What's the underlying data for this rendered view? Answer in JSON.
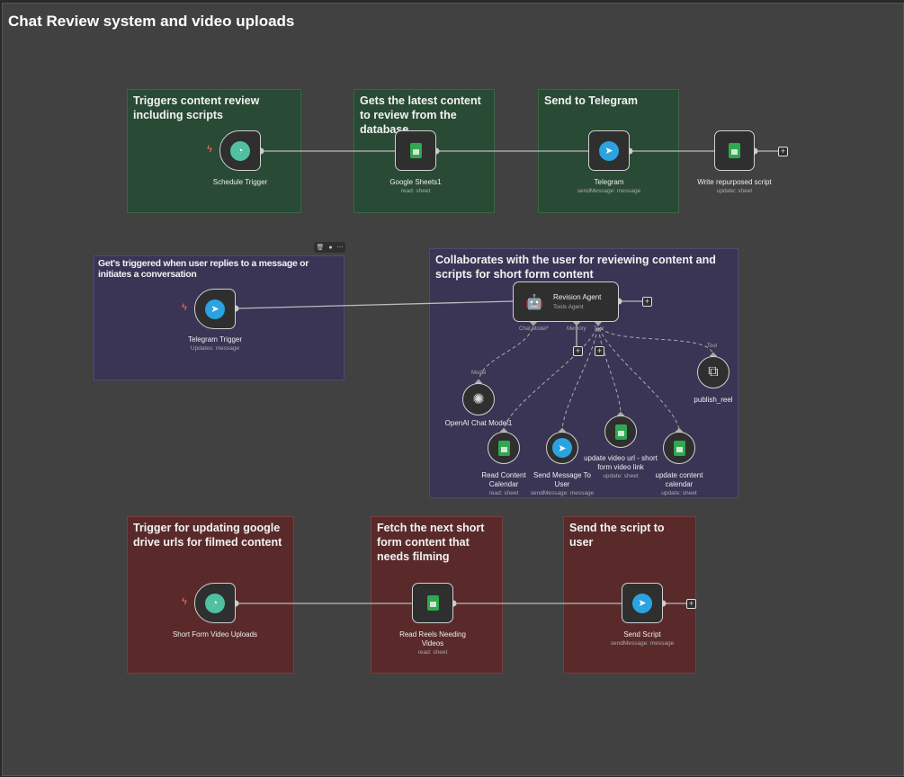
{
  "title": "Chat Review system and video uploads",
  "stickies": [
    "Triggers content review including scripts",
    "Gets the latest content to review from the database",
    "Send to Telegram",
    "Get's triggered when user replies to a message or initiates a conversation",
    "Collaborates with the user for reviewing content and scripts for short form content",
    "Trigger for updating google drive urls for filmed content",
    "Fetch the next short form content that needs filming",
    "Send the script to user"
  ],
  "nodes": [
    {
      "name": "Schedule Trigger",
      "sub": "",
      "icon": "clock-icon"
    },
    {
      "name": "Google Sheets1",
      "sub": "read: sheet",
      "icon": "google-sheets-icon"
    },
    {
      "name": "Telegram",
      "sub": "sendMessage: message",
      "icon": "telegram-icon"
    },
    {
      "name": "Write repurposed script",
      "sub": "update: sheet",
      "icon": "google-sheets-icon"
    },
    {
      "name": "Telegram Trigger",
      "sub": "Updates: message",
      "icon": "telegram-icon"
    },
    {
      "name": "Revision Agent",
      "sub": "Tools Agent",
      "icon": "robot-icon"
    },
    {
      "name": "OpenAI Chat Model1",
      "sub": "",
      "icon": "openai-icon"
    },
    {
      "name": "Read Content Calendar",
      "sub": "read: sheet",
      "icon": "google-sheets-icon"
    },
    {
      "name": "Send Message To User",
      "sub": "sendMessage: message",
      "icon": "telegram-icon"
    },
    {
      "name": "update video url - short form video link",
      "sub": "update: sheet",
      "icon": "google-sheets-icon"
    },
    {
      "name": "update content calendar",
      "sub": "update: sheet",
      "icon": "google-sheets-icon"
    },
    {
      "name": "publish_reel",
      "sub": "",
      "icon": "workflow-icon"
    },
    {
      "name": "Short Form Video Uploads",
      "sub": "",
      "icon": "clock-icon"
    },
    {
      "name": "Read Reels Needing Videos",
      "sub": "read: sheet",
      "icon": "google-sheets-icon"
    },
    {
      "name": "Send Script",
      "sub": "sendMessage: message",
      "icon": "telegram-icon"
    }
  ],
  "handles": {
    "chat_model": "Chat Model*",
    "memory": "Memory",
    "tool": "Tool",
    "model": "Model"
  },
  "colors": {
    "green_sticky": "#294a35",
    "purple_sticky": "#3a3455",
    "red_sticky": "#5a2a2b",
    "trigger_bolt": "#ff6d5a",
    "sheets": "#2fa84f",
    "telegram": "#2aa3e0",
    "clock": "#4fc0a0"
  }
}
